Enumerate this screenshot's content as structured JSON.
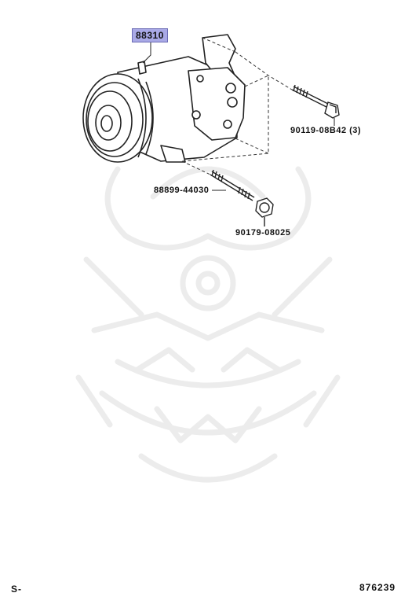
{
  "diagram": {
    "part_numbers": {
      "compressor": "88310",
      "bolt_long": "90119-08B42 (3)",
      "stud_bolt": "88899-44030",
      "nut": "90179-08025"
    },
    "colors": {
      "line": "#222222",
      "highlight": "#a9a9e6",
      "watermark": "#ececec"
    }
  },
  "footer": {
    "left": "S-",
    "right": "876239"
  }
}
